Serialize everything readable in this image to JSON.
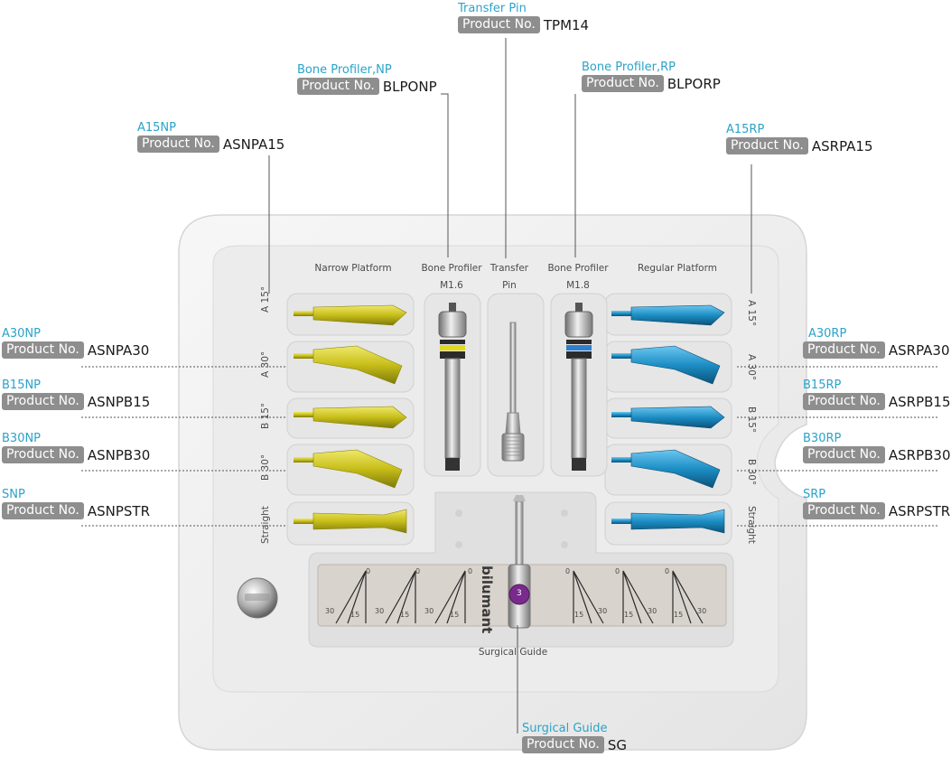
{
  "callouts": {
    "transfer_pin": {
      "name": "Transfer Pin",
      "label": "Product No.",
      "code": "TPM14"
    },
    "bone_profiler_np": {
      "name": "Bone Profiler,NP",
      "label": "Product No.",
      "code": "BLPONP"
    },
    "bone_profiler_rp": {
      "name": "Bone Profiler,RP",
      "label": "Product No.",
      "code": "BLPORP"
    },
    "a15np": {
      "name": "A15NP",
      "label": "Product No.",
      "code": "ASNPA15"
    },
    "a15rp": {
      "name": "A15RP",
      "label": "Product No.",
      "code": "ASRPA15"
    },
    "a30np": {
      "name": "A30NP",
      "label": "Product No.",
      "code": "ASNPA30"
    },
    "a30rp": {
      "name": "A30RP",
      "label": "Product No.",
      "code": "ASRPA30"
    },
    "b15np": {
      "name": "B15NP",
      "label": "Product No.",
      "code": "ASNPB15"
    },
    "b15rp": {
      "name": "B15RP",
      "label": "Product No.",
      "code": "ASRPB15"
    },
    "b30np": {
      "name": "B30NP",
      "label": "Product No.",
      "code": "ASNPB30"
    },
    "b30rp": {
      "name": "B30RP",
      "label": "Product No.",
      "code": "ASRPB30"
    },
    "snp": {
      "name": "SNP",
      "label": "Product No.",
      "code": "ASNPSTR"
    },
    "srp": {
      "name": "SRP",
      "label": "Product No.",
      "code": "ASRPSTR"
    },
    "surgical_guide": {
      "name": "Surgical Guide",
      "label": "Product No.",
      "code": "SG"
    }
  },
  "tray": {
    "narrow_platform": "Narrow Platform",
    "bone_profiler_left": "Bone Profiler",
    "bone_profiler_left_size": "M1.6",
    "transfer_line1": "Transfer",
    "transfer_line2": "Pin",
    "bone_profiler_right": "Bone Profiler",
    "bone_profiler_right_size": "M1.8",
    "regular_platform": "Regular Platform",
    "left_rows": [
      "A 15°",
      "A 30°",
      "B 15°",
      "B 30°",
      "Straight"
    ],
    "right_rows": [
      "A 15°",
      "A 30°",
      "B 15°",
      "B 30°",
      "Straight"
    ],
    "surgical_guide_label": "Surgical Guide",
    "brand": "bilumant",
    "guide_scale": {
      "zero": "0",
      "fifteen": "15",
      "thirty": "30"
    },
    "guide_pin_number": "3"
  },
  "colors": {
    "narrow_abutment": "#c8c21c",
    "regular_abutment": "#1e8fc4",
    "callout_name": "#2aa3c9",
    "badge": "#8e8e8e",
    "tray": "#f2f2f2",
    "guide_knob": "#7a2a8c"
  }
}
